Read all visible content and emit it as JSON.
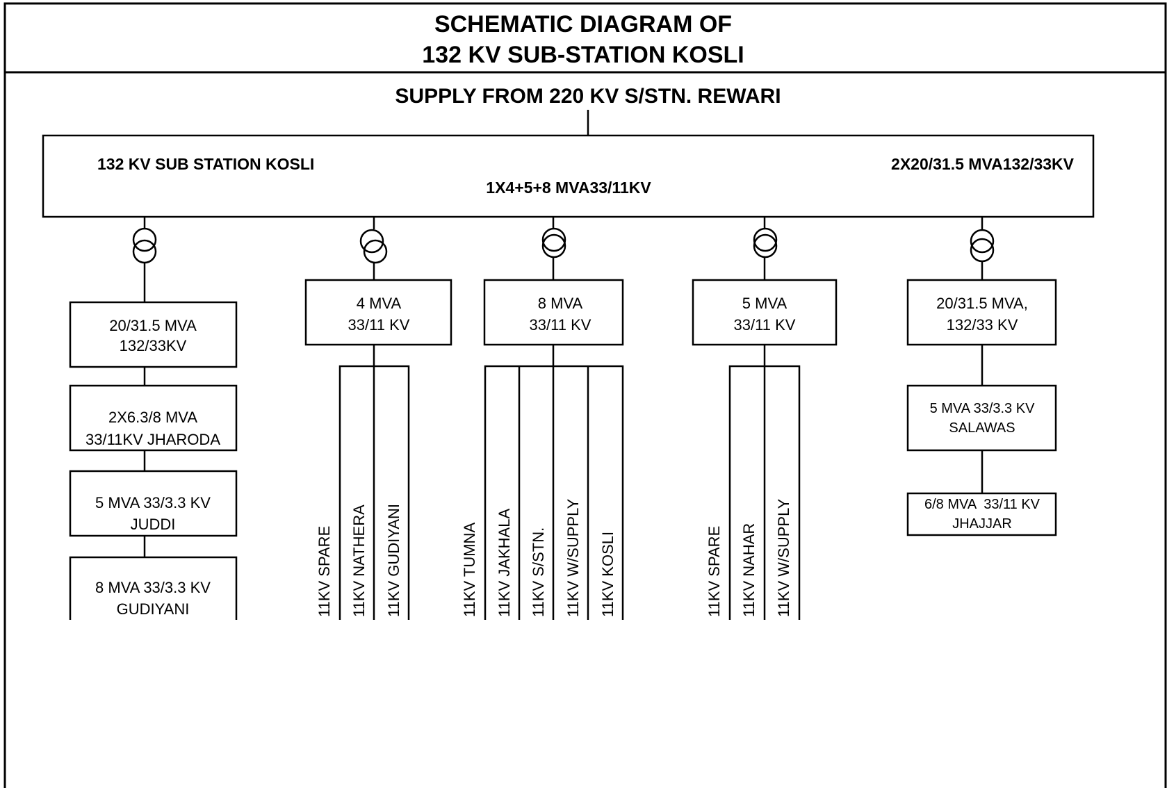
{
  "title": {
    "line1": "SCHEMATIC DIAGRAM OF",
    "line2": "132 KV SUB-STATION KOSLI"
  },
  "supply_label": "SUPPLY FROM 220 KV S/STN. REWARI",
  "main_station": {
    "name": "132 KV SUB STATION KOSLI",
    "rating_right": "2X20/31.5 MVA132/33KV",
    "rating_center": "1X4+5+8 MVA33/11KV"
  },
  "branch1": {
    "boxes": [
      {
        "line1": "20/31.5 MVA",
        "line2": "132/33KV"
      },
      {
        "line1": "2X6.3/8 MVA",
        "line2": "33/11KV JHARODA"
      },
      {
        "line1": "5 MVA 33/3.3 KV",
        "line2": "JUDDI"
      },
      {
        "line1": "8 MVA 33/3.3 KV",
        "line2": "GUDIYANI"
      }
    ]
  },
  "branch2": {
    "box": {
      "line1": "4 MVA",
      "line2": "33/11 KV"
    },
    "feeders": [
      "11KV SPARE",
      "11KV NATHERA",
      "11KV GUDIYANI"
    ]
  },
  "branch3": {
    "box": {
      "line1": "8 MVA",
      "line2": "33/11 KV"
    },
    "feeders": [
      "11KV TUMNA",
      "11KV JAKHALA",
      "11KV S/STN.",
      "11KV W/SUPPLY",
      "11KV KOSLI"
    ]
  },
  "branch4": {
    "box": {
      "line1": "5 MVA",
      "line2": "33/11 KV"
    },
    "feeders": [
      "11KV SPARE",
      "11KV NAHAR",
      "11KV W/SUPPLY"
    ]
  },
  "branch5": {
    "boxes": [
      {
        "line1": "20/31.5 MVA,",
        "line2": "132/33 KV"
      },
      {
        "line1": "5 MVA 33/3.3 KV",
        "line2": "SALAWAS"
      },
      {
        "line1": "6/8 MVA  33/11 KV",
        "line2": "JHAJJAR"
      }
    ]
  }
}
